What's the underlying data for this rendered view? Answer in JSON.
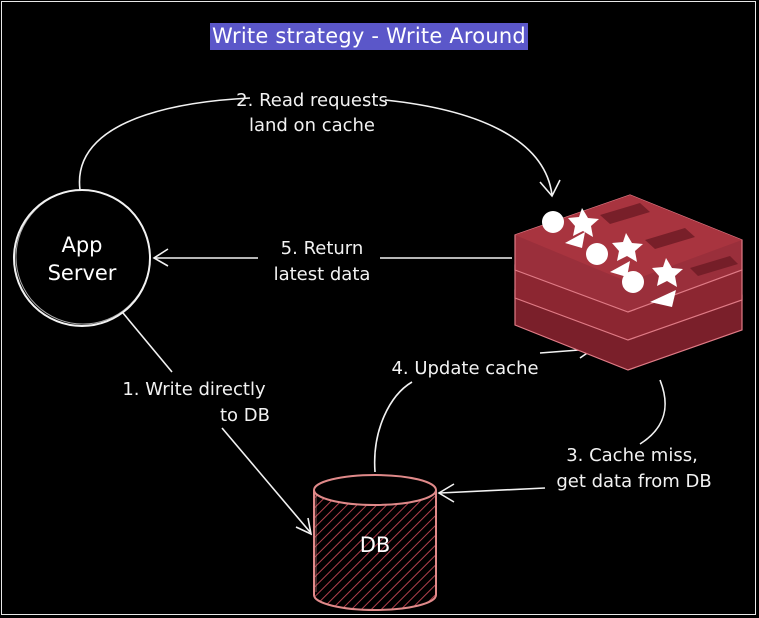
{
  "title": "Write strategy - Write Around",
  "nodes": {
    "app_server": {
      "line1": "App",
      "line2": "Server"
    },
    "db": {
      "label": "DB"
    }
  },
  "edges": [
    {
      "id": "read",
      "line1": "2. Read requests",
      "line2": "land on cache"
    },
    {
      "id": "return",
      "line1": "5. Return",
      "line2": "latest data"
    },
    {
      "id": "write",
      "line1": "1. Write directly",
      "line2": "to DB"
    },
    {
      "id": "update",
      "line1": "4. Update cache"
    },
    {
      "id": "miss",
      "line1": "3. Cache miss,",
      "line2": "get data from DB"
    }
  ],
  "colors": {
    "background": "#000000",
    "title_bg": "#5b57c9",
    "cache_red": "#9a2f3b",
    "db_outline": "#e08a8a",
    "line": "#f2f2f2"
  }
}
